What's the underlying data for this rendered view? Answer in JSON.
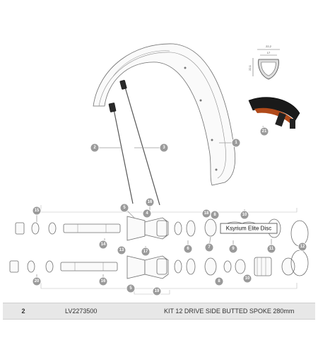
{
  "diagram": {
    "label_box": "Ksyrium Elite Disc",
    "rim_profile_dims": [
      "22,2",
      "17",
      "22,1"
    ],
    "callouts": [
      "1",
      "2",
      "3",
      "4",
      "5",
      "6",
      "7",
      "8",
      "9",
      "10",
      "11",
      "12",
      "13",
      "14",
      "15",
      "16",
      "17",
      "18",
      "19",
      "20",
      "21"
    ]
  },
  "part_row": {
    "ref": "2",
    "code": "LV2273500",
    "description": "KIT 12 DRIVE SIDE BUTTED SPOKE 280mm"
  }
}
